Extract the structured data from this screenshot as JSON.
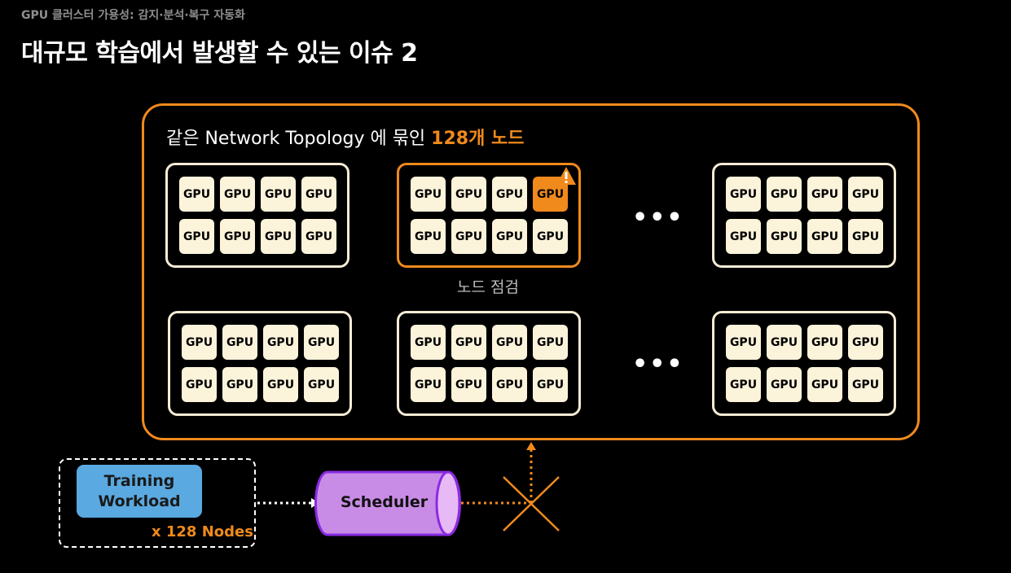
{
  "header": {
    "breadcrumb": "GPU 클러스터 가용성: 감지·분석·복구 자동화",
    "title": "대규모 학습에서 발생할 수 있는 이슈 2"
  },
  "topology": {
    "label_prefix": "같은 Network Topology 에 묶인 ",
    "label_highlight": "128개 노드",
    "node_check_caption": "노드 점검",
    "ellipsis": "•••"
  },
  "gpu_label": "GPU",
  "nodes": [
    {
      "gpus": 8,
      "alert": false
    },
    {
      "gpus": 8,
      "alert": true,
      "faulty_gpu_index": 3
    },
    {
      "gpus": 8,
      "alert": false
    },
    {
      "gpus": 8,
      "alert": false
    },
    {
      "gpus": 8,
      "alert": false
    },
    {
      "gpus": 8,
      "alert": false
    }
  ],
  "workload": {
    "line1": "Training",
    "line2": "Workload",
    "count": "x 128 Nodes"
  },
  "scheduler": {
    "label": "Scheduler"
  },
  "colors": {
    "accent": "#f08a1c",
    "gpu_chip": "#fbf3da",
    "workload": "#5aa9e0",
    "scheduler": "#c98ce6",
    "scheduler_border": "#8a2be2"
  }
}
